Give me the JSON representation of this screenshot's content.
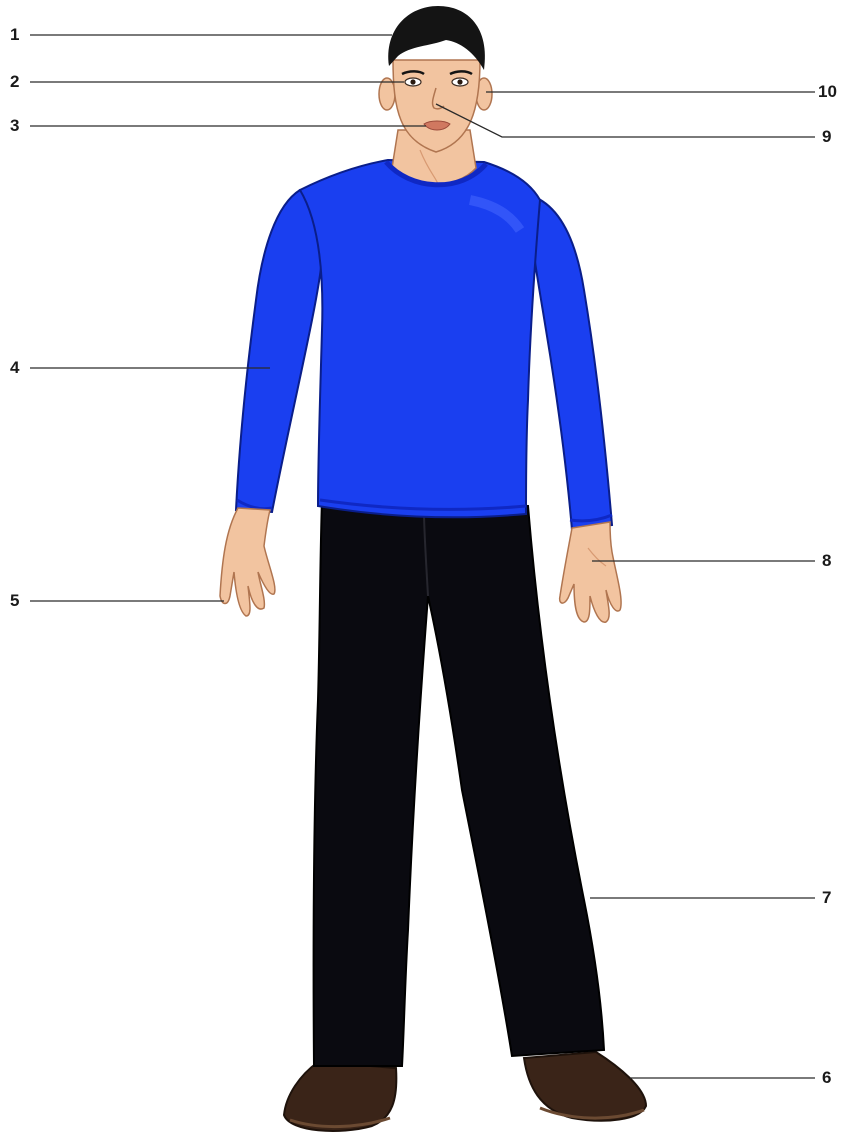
{
  "labels": [
    {
      "id": "1",
      "text": "1",
      "part": "hair"
    },
    {
      "id": "2",
      "text": "2",
      "part": "eye"
    },
    {
      "id": "3",
      "text": "3",
      "part": "mouth"
    },
    {
      "id": "4",
      "text": "4",
      "part": "arm"
    },
    {
      "id": "5",
      "text": "5",
      "part": "fingers"
    },
    {
      "id": "6",
      "text": "6",
      "part": "shoe"
    },
    {
      "id": "7",
      "text": "7",
      "part": "trousers"
    },
    {
      "id": "8",
      "text": "8",
      "part": "hand"
    },
    {
      "id": "9",
      "text": "9",
      "part": "nose"
    },
    {
      "id": "10",
      "text": "10",
      "part": "ear"
    }
  ],
  "colors": {
    "skin": "#f2c4a0",
    "skin_shade": "#d89a72",
    "hair": "#141414",
    "shirt": "#1a3ff0",
    "shirt_shade": "#0f28c4",
    "trousers": "#0a0a10",
    "shoes": "#3a2418",
    "leader_line": "#2a2a2a",
    "label_text": "#1a1a1a"
  }
}
